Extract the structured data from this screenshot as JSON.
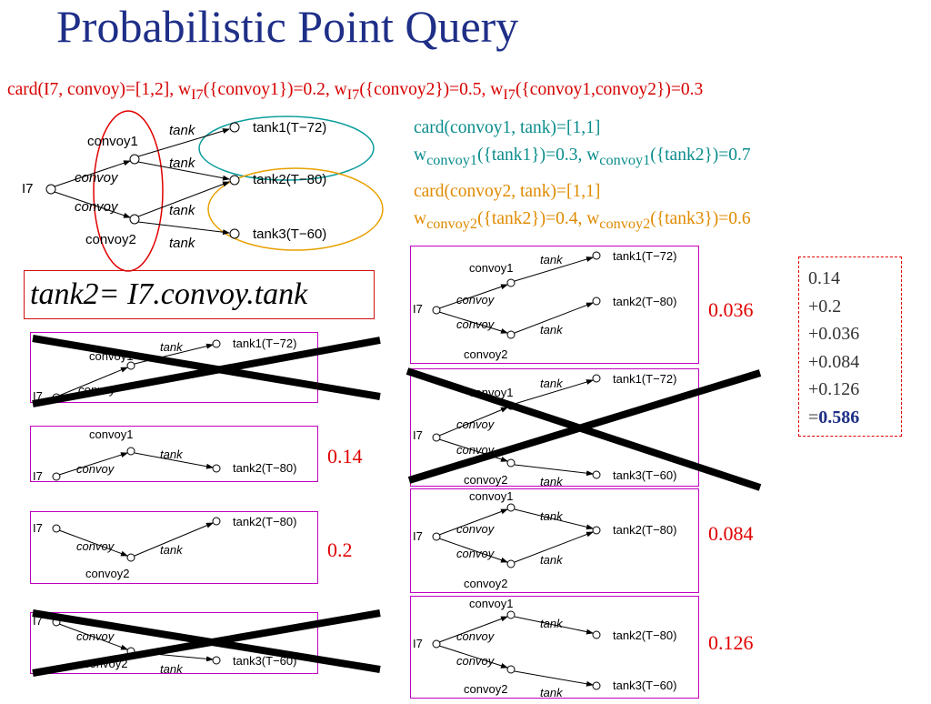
{
  "title": "Probabilistic Point Query",
  "card_line": {
    "text1": "card(I7, convoy)=[1,2], w",
    "sub1": "I7",
    "text2": "({convoy1})=0.2, w",
    "sub2": "I7",
    "text3": "({convoy2})=0.5, w",
    "sub3": "I7",
    "text4": "({convoy1,convoy2})=0.3"
  },
  "convoy1_info": {
    "card": "card(convoy1, tank)=[1,1]",
    "w_a": "w",
    "sub_a": "convoy1",
    "text_a": "({tank1})=0.3, w",
    "sub_b": "convoy1",
    "text_b": "({tank2})=0.7"
  },
  "convoy2_info": {
    "card": "card(convoy2, tank)=[1,1]",
    "w_a": "w",
    "sub_a": "convoy2",
    "text_a": "({tank2})=0.4, w",
    "sub_b": "convoy2",
    "text_b": "({tank3})=0.6"
  },
  "query": "tank2= I7.convoy.tank",
  "labels": {
    "I7": "I7",
    "convoy1": "convoy1",
    "convoy2": "convoy2",
    "convoy": "convoy",
    "tank": "tank",
    "tank1": "tank1(T−72)",
    "tank2": "tank2(T−80)",
    "tank3": "tank3(T−60)"
  },
  "probabilities": {
    "left_1": "0.14",
    "left_2": "0.2",
    "right_1": "0.036",
    "right_3": "0.084",
    "right_4": "0.126"
  },
  "sum": {
    "line1": "0.14",
    "line2": "+0.2",
    "line3": "+0.036",
    "line4": "+0.084",
    "line5": "+0.126",
    "eq": "=",
    "total": "0.586"
  },
  "colors": {
    "title": "#1f2f88",
    "red": "#e00000",
    "teal": "#0a8c8c",
    "orange": "#e08a00",
    "box_border": "#c000c0"
  }
}
